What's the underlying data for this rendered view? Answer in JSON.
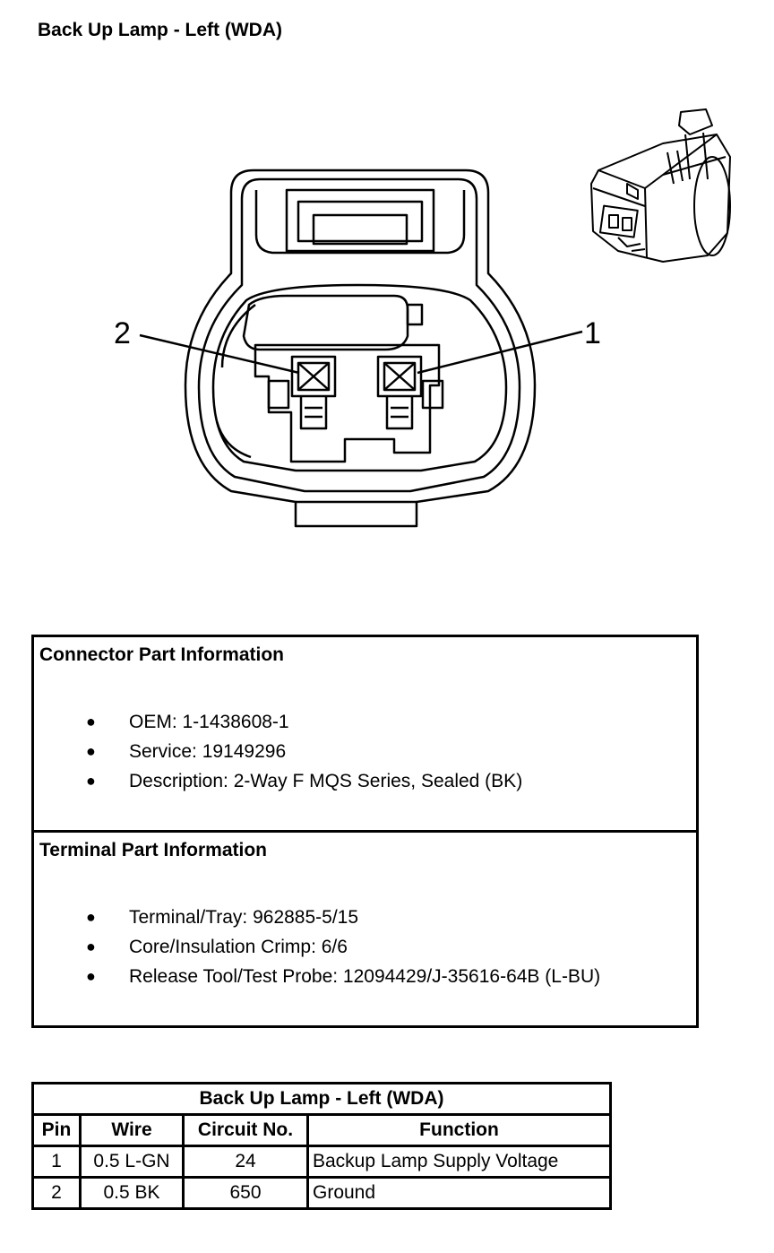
{
  "title": "Back Up Lamp - Left (WDA)",
  "diagram": {
    "pin_labels": [
      "2",
      "1"
    ]
  },
  "connector_info": {
    "heading": "Connector Part Information",
    "items": [
      "OEM: 1-1438608-1",
      "Service: 19149296",
      "Description: 2-Way F MQS Series, Sealed (BK)"
    ]
  },
  "terminal_info": {
    "heading": "Terminal Part Information",
    "items": [
      "Terminal/Tray: 962885-5/15",
      "Core/Insulation Crimp: 6/6",
      "Release Tool/Test Probe: 12094429/J-35616-64B (L-BU)"
    ]
  },
  "bullet_symbol": "●",
  "pin_table": {
    "title": "Back Up Lamp - Left (WDA)",
    "headers": [
      "Pin",
      "Wire",
      "Circuit No.",
      "Function"
    ],
    "rows": [
      [
        "1",
        "0.5 L-GN",
        "24",
        "Backup Lamp Supply Voltage"
      ],
      [
        "2",
        "0.5 BK",
        "650",
        "Ground"
      ]
    ]
  }
}
